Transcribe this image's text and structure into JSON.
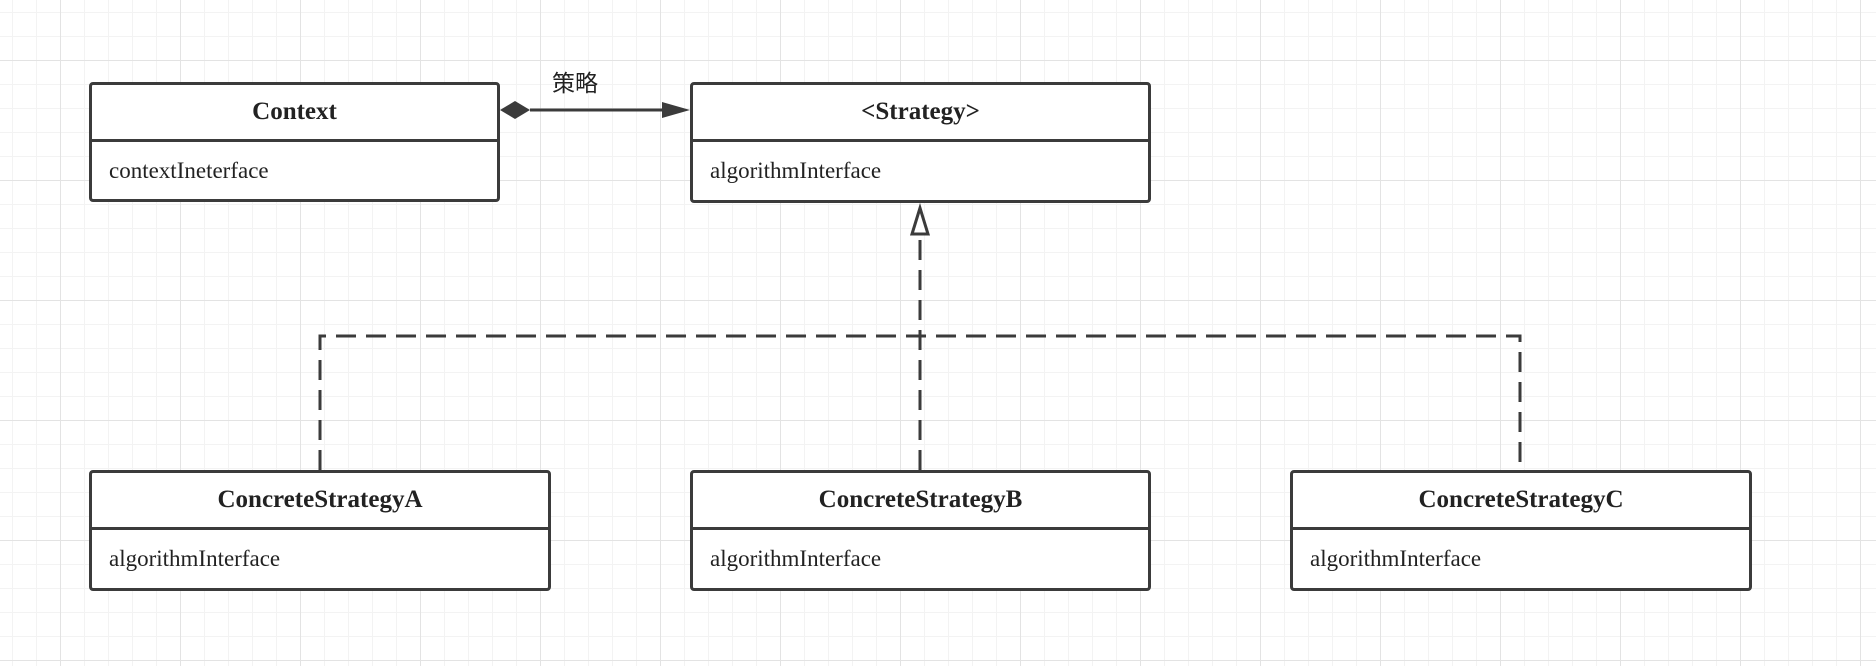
{
  "diagram": {
    "association_label": "策略",
    "classes": [
      {
        "id": "context",
        "name": "Context",
        "method": "contextIneterface"
      },
      {
        "id": "strategy",
        "name": "<Strategy>",
        "method": "algorithmInterface"
      },
      {
        "id": "concrete-a",
        "name": "ConcreteStrategyA",
        "method": "algorithmInterface"
      },
      {
        "id": "concrete-b",
        "name": "ConcreteStrategyB",
        "method": "algorithmInterface"
      },
      {
        "id": "concrete-c",
        "name": "ConcreteStrategyC",
        "method": "algorithmInterface"
      }
    ],
    "relations": [
      {
        "from": "context",
        "to": "strategy",
        "kind": "composition"
      },
      {
        "from": "concrete-a",
        "to": "strategy",
        "kind": "realization"
      },
      {
        "from": "concrete-b",
        "to": "strategy",
        "kind": "realization"
      },
      {
        "from": "concrete-c",
        "to": "strategy",
        "kind": "realization"
      }
    ]
  }
}
